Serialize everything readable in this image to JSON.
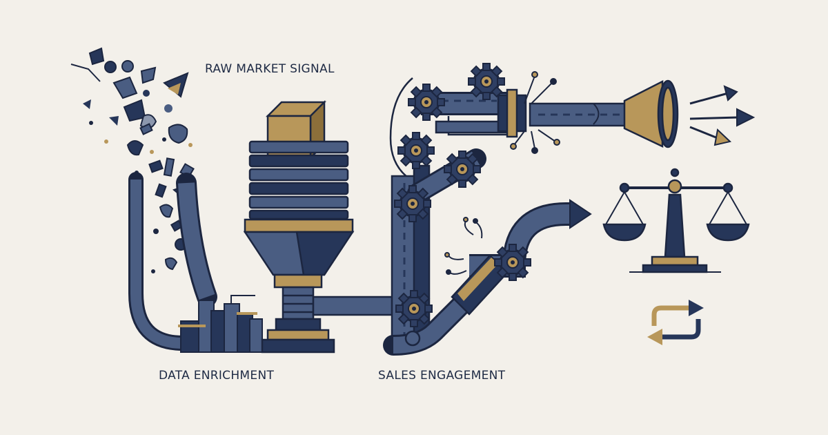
{
  "labels": {
    "raw_market_signal": "RAW MARKET SIGNAL",
    "data_enrichment": "DATA ENRICHMENT",
    "sales_engagement": "SALES ENGAGEMENT"
  },
  "colors": {
    "background": "#f3f0ea",
    "navy": "#263659",
    "slate": "#4a5d82",
    "gold": "#b8975a",
    "light_slate": "#8c97ad",
    "outline": "#1c2640"
  },
  "icons": [
    "scattered-shapes",
    "stacked-filter-machine",
    "gear-conveyor",
    "megaphone-horn",
    "arrow-burst",
    "balance-scale",
    "cycle-arrows"
  ]
}
